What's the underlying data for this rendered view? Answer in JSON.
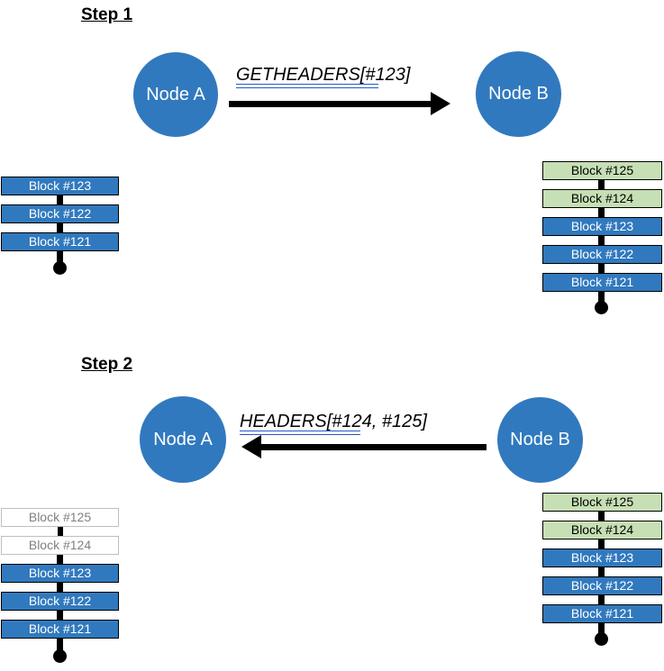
{
  "diagram": {
    "title_step1": "Step 1",
    "title_step2": "Step 2",
    "colors": {
      "node_blue": "#3179BE",
      "block_blue": "#3179BE",
      "block_green": "#C6DFB4",
      "block_ghost_border": "#BFBFBF",
      "block_ghost_text": "#808080",
      "chain_black": "#000000",
      "spellcheck_blue": "#2159C7",
      "background": "#FFFFFF"
    }
  },
  "steps": [
    {
      "id": "step-1",
      "title": "Step 1",
      "source_node": "Node A",
      "target_node": "Node B",
      "message": "GETHEADERS[#123]",
      "message_direction": "left-to-right",
      "left_chain": {
        "owner": "Node A",
        "blocks": [
          {
            "label": "Block #123",
            "state": "synced"
          },
          {
            "label": "Block #122",
            "state": "synced"
          },
          {
            "label": "Block #121",
            "state": "synced"
          }
        ]
      },
      "right_chain": {
        "owner": "Node B",
        "blocks": [
          {
            "label": "Block #125",
            "state": "new"
          },
          {
            "label": "Block #124",
            "state": "new"
          },
          {
            "label": "Block #123",
            "state": "synced"
          },
          {
            "label": "Block #122",
            "state": "synced"
          },
          {
            "label": "Block #121",
            "state": "synced"
          }
        ]
      }
    },
    {
      "id": "step-2",
      "title": "Step 2",
      "source_node": "Node B",
      "target_node": "Node A",
      "message": "HEADERS[#124, #125]",
      "message_direction": "right-to-left",
      "left_chain": {
        "owner": "Node A",
        "blocks": [
          {
            "label": "Block #125",
            "state": "pending"
          },
          {
            "label": "Block #124",
            "state": "pending"
          },
          {
            "label": "Block #123",
            "state": "synced"
          },
          {
            "label": "Block #122",
            "state": "synced"
          },
          {
            "label": "Block #121",
            "state": "synced"
          }
        ]
      },
      "right_chain": {
        "owner": "Node B",
        "blocks": [
          {
            "label": "Block #125",
            "state": "new"
          },
          {
            "label": "Block #124",
            "state": "new"
          },
          {
            "label": "Block #123",
            "state": "synced"
          },
          {
            "label": "Block #122",
            "state": "synced"
          },
          {
            "label": "Block #121",
            "state": "synced"
          }
        ]
      }
    }
  ]
}
